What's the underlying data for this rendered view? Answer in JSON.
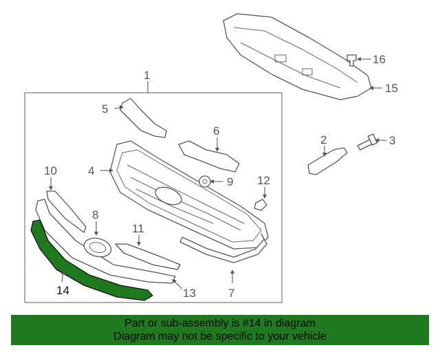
{
  "callouts": {
    "c1": "1",
    "c2": "2",
    "c3": "3",
    "c4": "4",
    "c5": "5",
    "c6": "6",
    "c7": "7",
    "c8": "8",
    "c9": "9",
    "c10": "10",
    "c11": "11",
    "c12": "12",
    "c13": "13",
    "c14": "14",
    "c15": "15",
    "c16": "16"
  },
  "colors": {
    "highlight": "#1f7a1f",
    "banner_bg": "#1f7a1f",
    "line": "#555555"
  },
  "banner": {
    "line1": "Part or sub-assembly is #14 in diagram",
    "line2": "Diagram may not be specific to your vehicle"
  }
}
